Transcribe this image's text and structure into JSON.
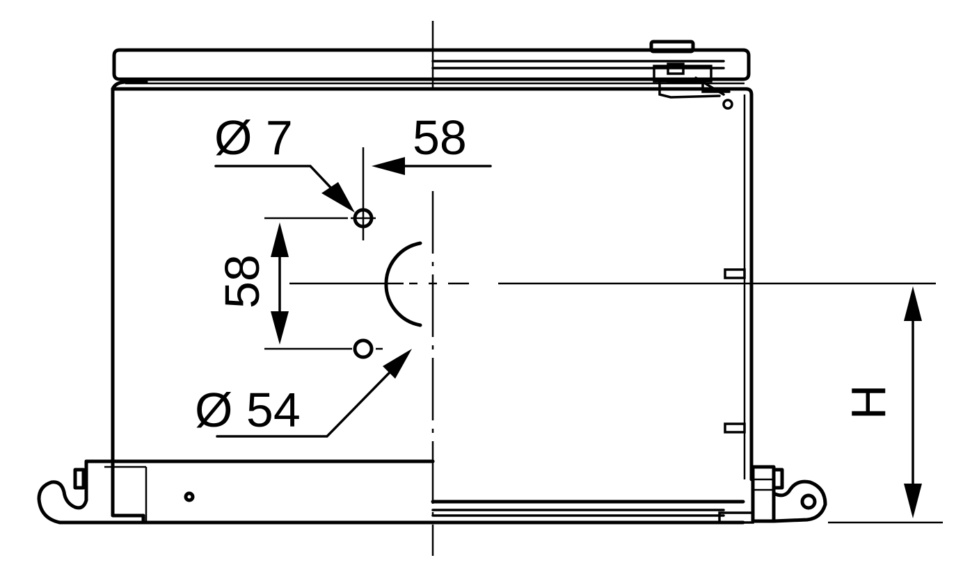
{
  "drawing": {
    "dimensions": {
      "hole_small_diameter": "Ø 7",
      "hole_spacing_horizontal": "58",
      "hole_spacing_vertical": "58",
      "hole_large_diameter": "Ø 54",
      "height_label": "H"
    }
  }
}
